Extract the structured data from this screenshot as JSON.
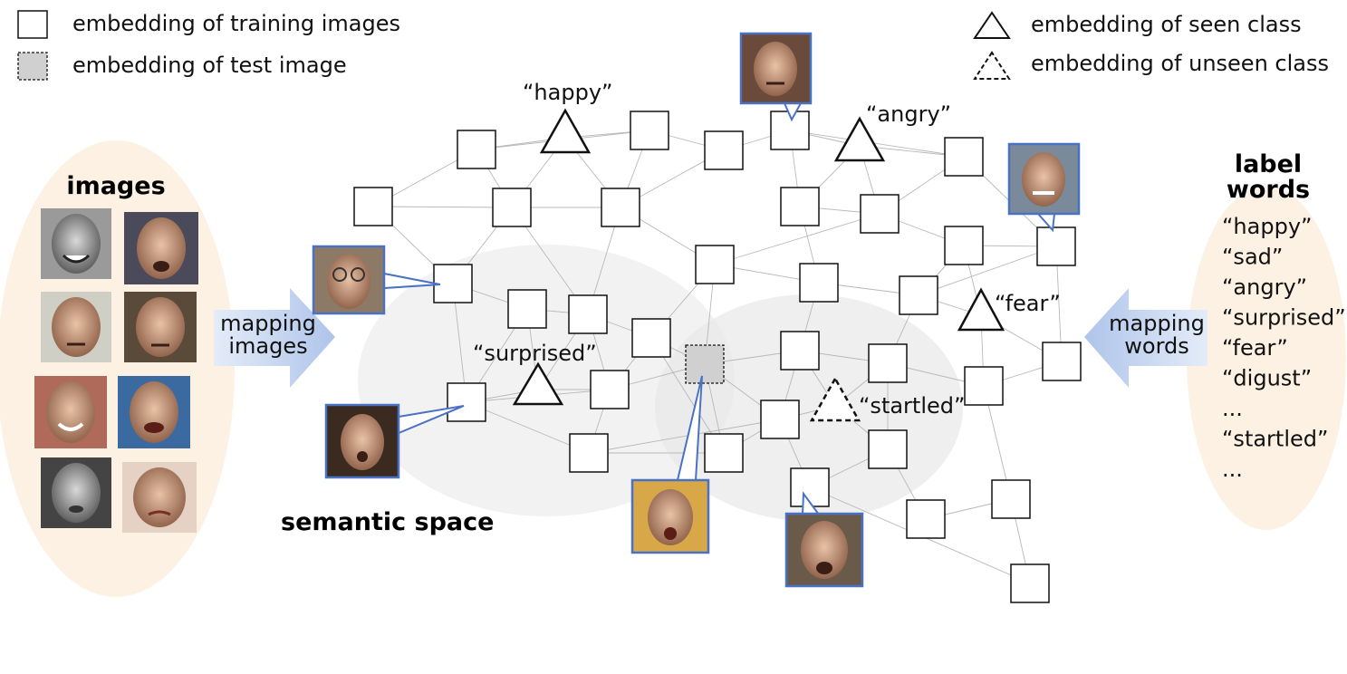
{
  "legend": {
    "training": "embedding of training images",
    "test": "embedding of test image",
    "seen": "embedding of seen class",
    "unseen": "embedding of unseen class"
  },
  "left_panel": {
    "title": "images",
    "arrow_label_line1": "mapping",
    "arrow_label_line2": "images"
  },
  "right_panel": {
    "title_line1": "label",
    "title_line2": "words",
    "words": [
      "“happy”",
      "“sad”",
      "“angry”",
      "“surprised”",
      "“fear”",
      "“digust”",
      "...",
      "“startled”",
      "..."
    ],
    "arrow_label_line1": "mapping",
    "arrow_label_line2": "words"
  },
  "semantic_space": {
    "title": "semantic space",
    "class_labels": {
      "happy": "“happy”",
      "angry": "“angry”",
      "surprised": "“surprised”",
      "fear": "“fear”",
      "startled": "“startled”"
    }
  },
  "colors": {
    "ellipse_fill": "#fdf1e3",
    "arrow_fill": "#c5d5ef",
    "callout_stroke": "#4a72c4",
    "test_fill": "#d0d0d0",
    "cluster_fill": "#eeeeee"
  }
}
